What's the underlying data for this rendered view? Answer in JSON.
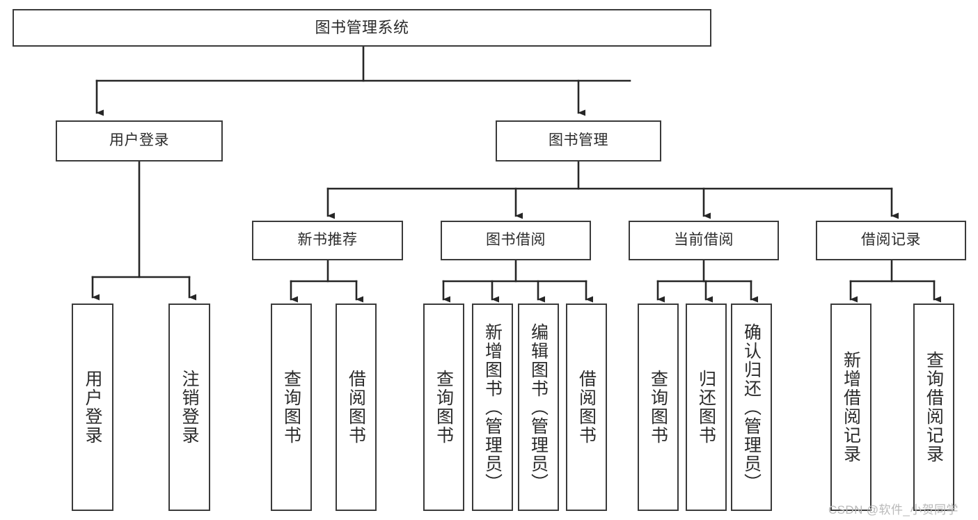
{
  "diagram": {
    "type": "tree-hierarchy-chart",
    "title": "图书管理系统",
    "background_color": "#ffffff",
    "box_border_color": "#3a3a3a",
    "text_color": "#2b2b2b",
    "connector_color": "#262626",
    "levels": {
      "root": {
        "label": "图书管理系统"
      },
      "level2": [
        {
          "id": "user-login",
          "label": "用户登录"
        },
        {
          "id": "book-management",
          "label": "图书管理"
        }
      ],
      "level3": [
        {
          "id": "new-book-recommend",
          "label": "新书推荐",
          "parent": "book-management"
        },
        {
          "id": "book-borrow",
          "label": "图书借阅",
          "parent": "book-management"
        },
        {
          "id": "current-borrow",
          "label": "当前借阅",
          "parent": "book-management"
        },
        {
          "id": "borrow-record",
          "label": "借阅记录",
          "parent": "book-management"
        }
      ],
      "leaves": [
        {
          "id": "leaf-user-login",
          "label": "用户登录",
          "parent": "user-login"
        },
        {
          "id": "leaf-logout-login",
          "label": "注销登录",
          "parent": "user-login"
        },
        {
          "id": "leaf-query-book-1",
          "label": "查询图书",
          "parent": "new-book-recommend"
        },
        {
          "id": "leaf-borrow-book-1",
          "label": "借阅图书",
          "parent": "new-book-recommend"
        },
        {
          "id": "leaf-query-book-2",
          "label": "查询图书",
          "parent": "book-borrow"
        },
        {
          "id": "leaf-add-book",
          "label": "新增图书（管理员）",
          "parent": "book-borrow"
        },
        {
          "id": "leaf-edit-book",
          "label": "编辑图书（管理员）",
          "parent": "book-borrow"
        },
        {
          "id": "leaf-borrow-book-2",
          "label": "借阅图书",
          "parent": "book-borrow"
        },
        {
          "id": "leaf-query-book-3",
          "label": "查询图书",
          "parent": "current-borrow"
        },
        {
          "id": "leaf-return-book",
          "label": "归还图书",
          "parent": "current-borrow"
        },
        {
          "id": "leaf-confirm-return",
          "label": "确认归还（管理员）",
          "parent": "current-borrow"
        },
        {
          "id": "leaf-add-record",
          "label": "新增借阅记录",
          "parent": "borrow-record"
        },
        {
          "id": "leaf-query-record",
          "label": "查询借阅记录",
          "parent": "borrow-record"
        }
      ]
    }
  },
  "watermark": {
    "text": "CSDN @软件_小贺同学"
  }
}
